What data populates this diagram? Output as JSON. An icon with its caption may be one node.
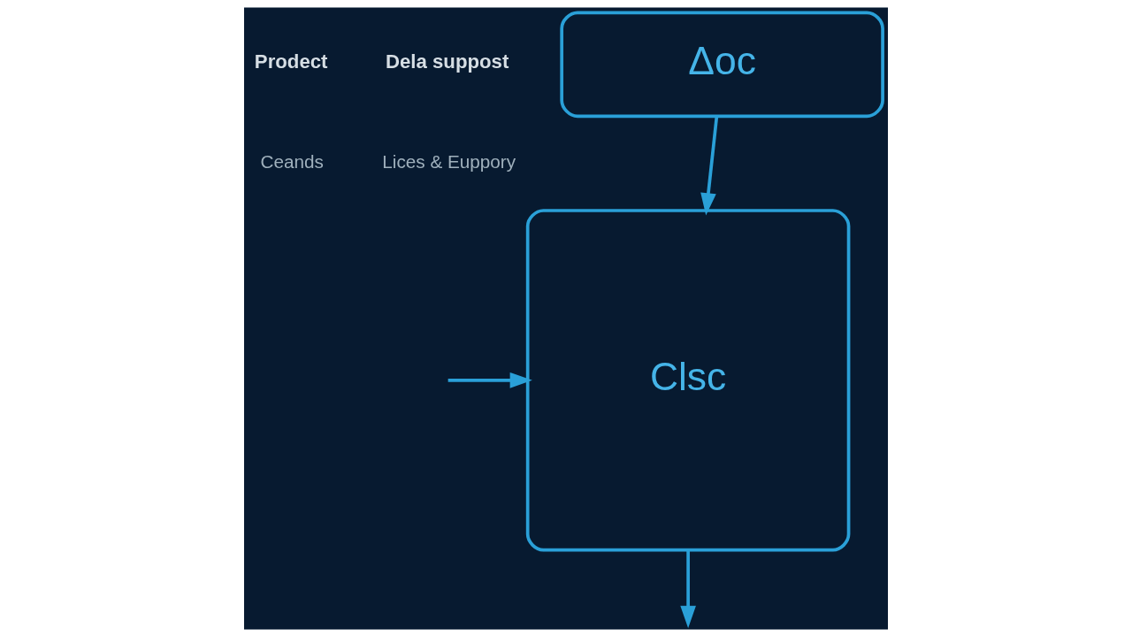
{
  "diagram": {
    "nodes": [
      {
        "text": [
          "Δoc"
        ]
      },
      {
        "text": [
          "Clsc"
        ]
      }
    ],
    "edges": [
      {
        "from": 0,
        "to": 1,
        "arrow": "to"
      },
      {
        "from": null,
        "to": 1,
        "arrow": "to"
      },
      {
        "from": 1,
        "to": null,
        "arrow": "to"
      }
    ],
    "labels": [
      "Prodect",
      "Ceands",
      "Dela suppost",
      "Lices & Euppory"
    ]
  }
}
